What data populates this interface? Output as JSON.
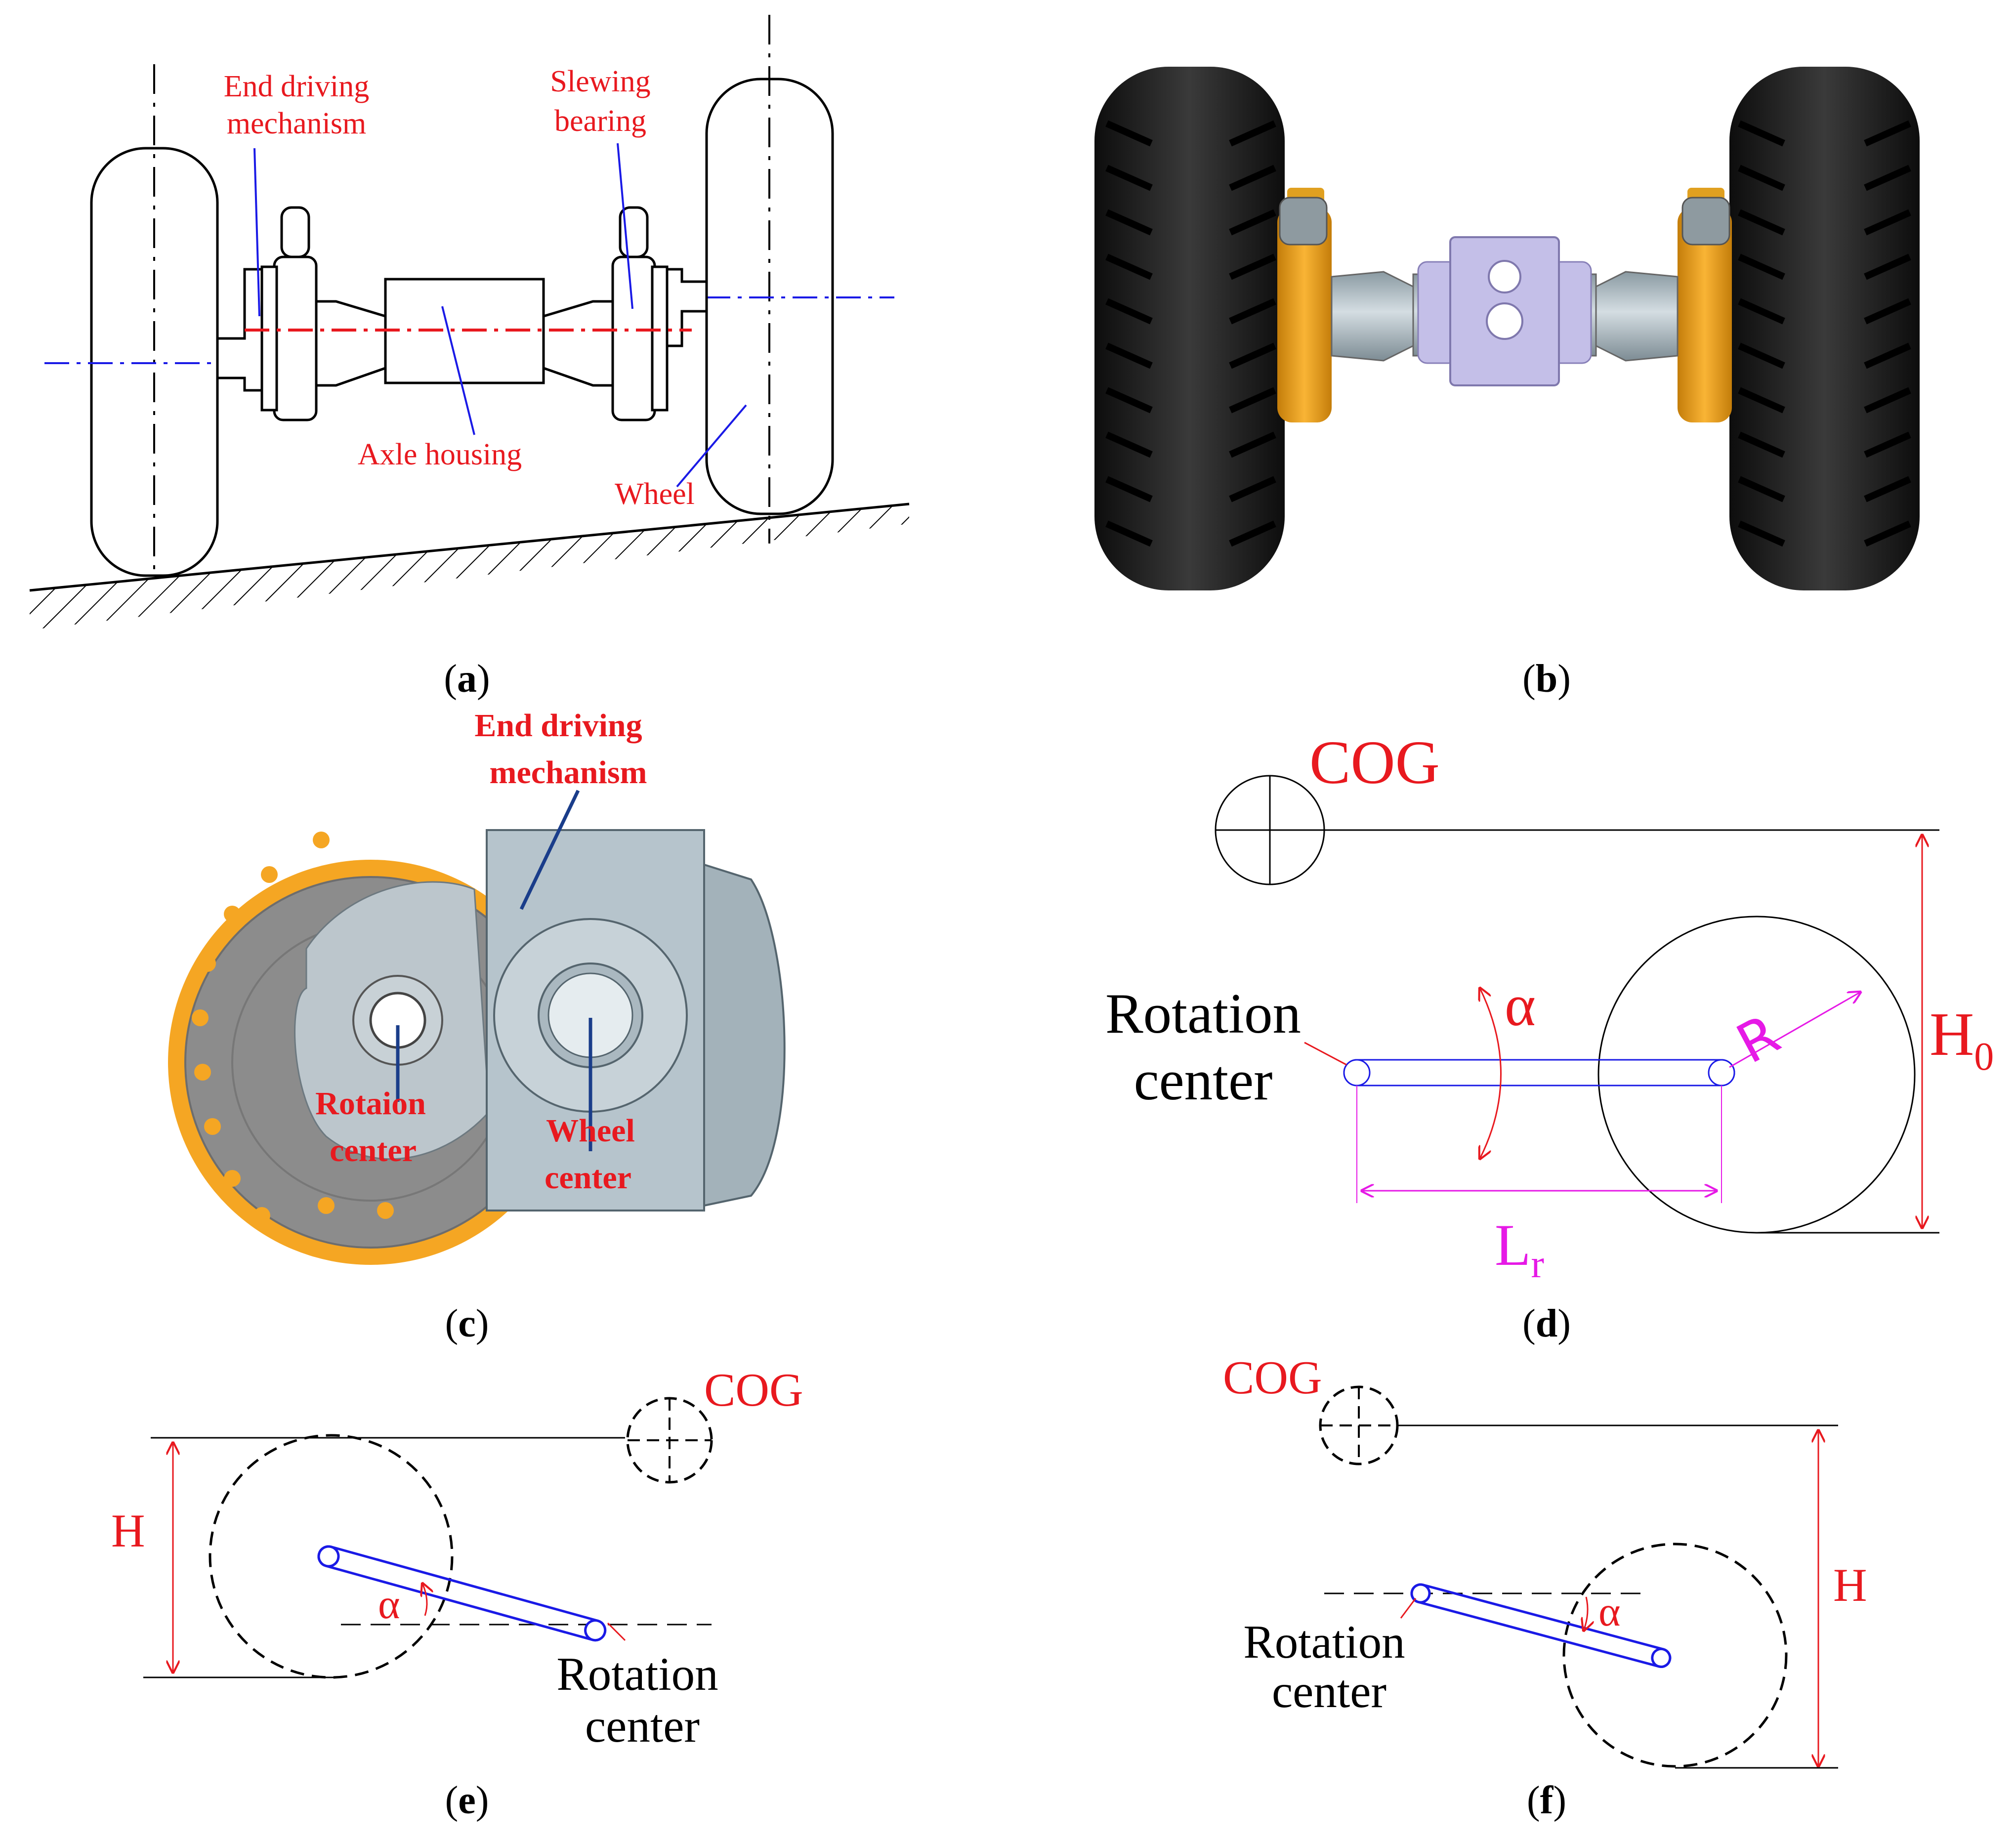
{
  "panels": {
    "a": {
      "caption_open": "(",
      "caption_letter": "a",
      "caption_close": ")",
      "labels": {
        "end_driving_1": "End driving",
        "end_driving_2": "mechanism",
        "slewing_1": "Slewing",
        "slewing_2": "bearing",
        "axle_housing": "Axle  housing",
        "wheel": "Wheel"
      }
    },
    "b": {
      "caption_open": "(",
      "caption_letter": "b",
      "caption_close": ")"
    },
    "c": {
      "caption_open": "(",
      "caption_letter": "c",
      "caption_close": ")",
      "labels": {
        "end_driving_1": "End driving",
        "end_driving_2": "mechanism",
        "rotation_1": "Rotaion",
        "rotation_2": "center",
        "wheel_1": "Wheel",
        "wheel_2": "center"
      }
    },
    "d": {
      "caption_open": "(",
      "caption_letter": "d",
      "caption_close": ")",
      "labels": {
        "cog": "COG",
        "rotation_1": "Rotation",
        "rotation_2": "center",
        "alpha": "α",
        "radius": "R",
        "height": "H",
        "height_sub": "0",
        "length": "L",
        "length_sub": "r"
      }
    },
    "e": {
      "caption_open": "(",
      "caption_letter": "e",
      "caption_close": ")",
      "labels": {
        "cog": "COG",
        "height": "H",
        "alpha": "α",
        "rotation_1": "Rotation",
        "rotation_2": "center"
      }
    },
    "f": {
      "caption_open": "(",
      "caption_letter": "f",
      "caption_close": ")",
      "labels": {
        "cog": "COG",
        "height": "H",
        "alpha": "α",
        "rotation_1": "Rotation",
        "rotation_2": "center"
      }
    }
  },
  "colors": {
    "label_red": "#e8191f",
    "leader_blue": "#1a1ae6",
    "dimension_magenta": "#e619e6",
    "wheel_orange": "#f5a623",
    "housing_lavender": "#c4bfe8",
    "metal_gray": "#a9b7bf",
    "tire_black": "#1c1c1c"
  }
}
